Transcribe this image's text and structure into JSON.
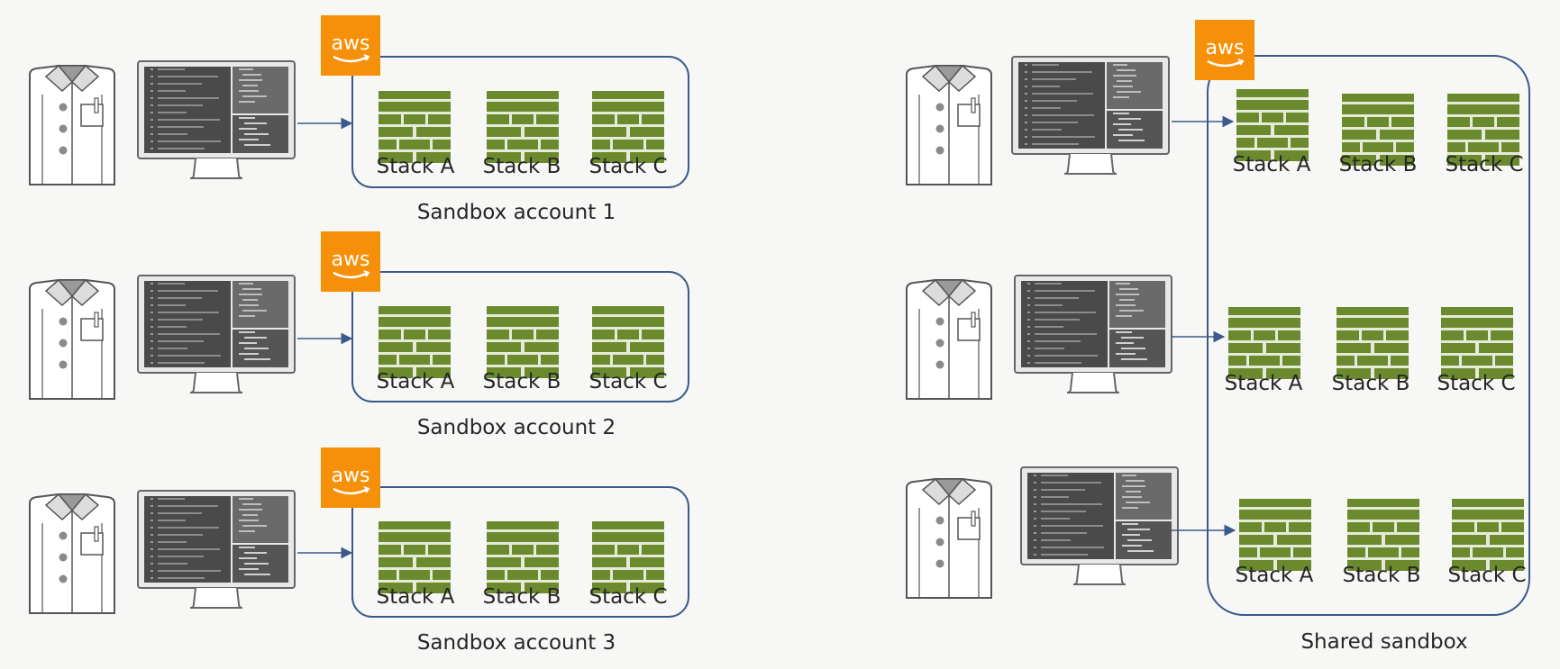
{
  "left_panel": {
    "accounts": [
      {
        "title": "Sandbox account 1",
        "logo_text": "aws",
        "stacks": [
          "Stack A",
          "Stack B",
          "Stack C"
        ]
      },
      {
        "title": "Sandbox account 2",
        "logo_text": "aws",
        "stacks": [
          "Stack A",
          "Stack B",
          "Stack C"
        ]
      },
      {
        "title": "Sandbox account 3",
        "logo_text": "aws",
        "stacks": [
          "Stack A",
          "Stack B",
          "Stack C"
        ]
      }
    ]
  },
  "right_panel": {
    "title": "Shared sandbox",
    "logo_text": "aws",
    "rows": [
      {
        "stacks": [
          "Stack A",
          "Stack B",
          "Stack C"
        ]
      },
      {
        "stacks": [
          "Stack A",
          "Stack B",
          "Stack C"
        ]
      },
      {
        "stacks": [
          "Stack A",
          "Stack B",
          "Stack C"
        ]
      }
    ]
  },
  "colors": {
    "background": "#f7f7f6",
    "aws_orange": "#f79009",
    "brick_green": "#6b8a2e",
    "brick_mortar": "#e6ead8",
    "account_border": "#3a5a8c",
    "arrow": "#3a5a8c",
    "monitor_frame": "#e8e8e8",
    "monitor_screen": "#4a4a4a",
    "coat_outline": "#555555"
  },
  "icons": {
    "developer": "lab-coat-icon",
    "workstation": "monitor-code-icon",
    "stack": "brick-wall-icon",
    "provider": "aws-logo-icon"
  }
}
